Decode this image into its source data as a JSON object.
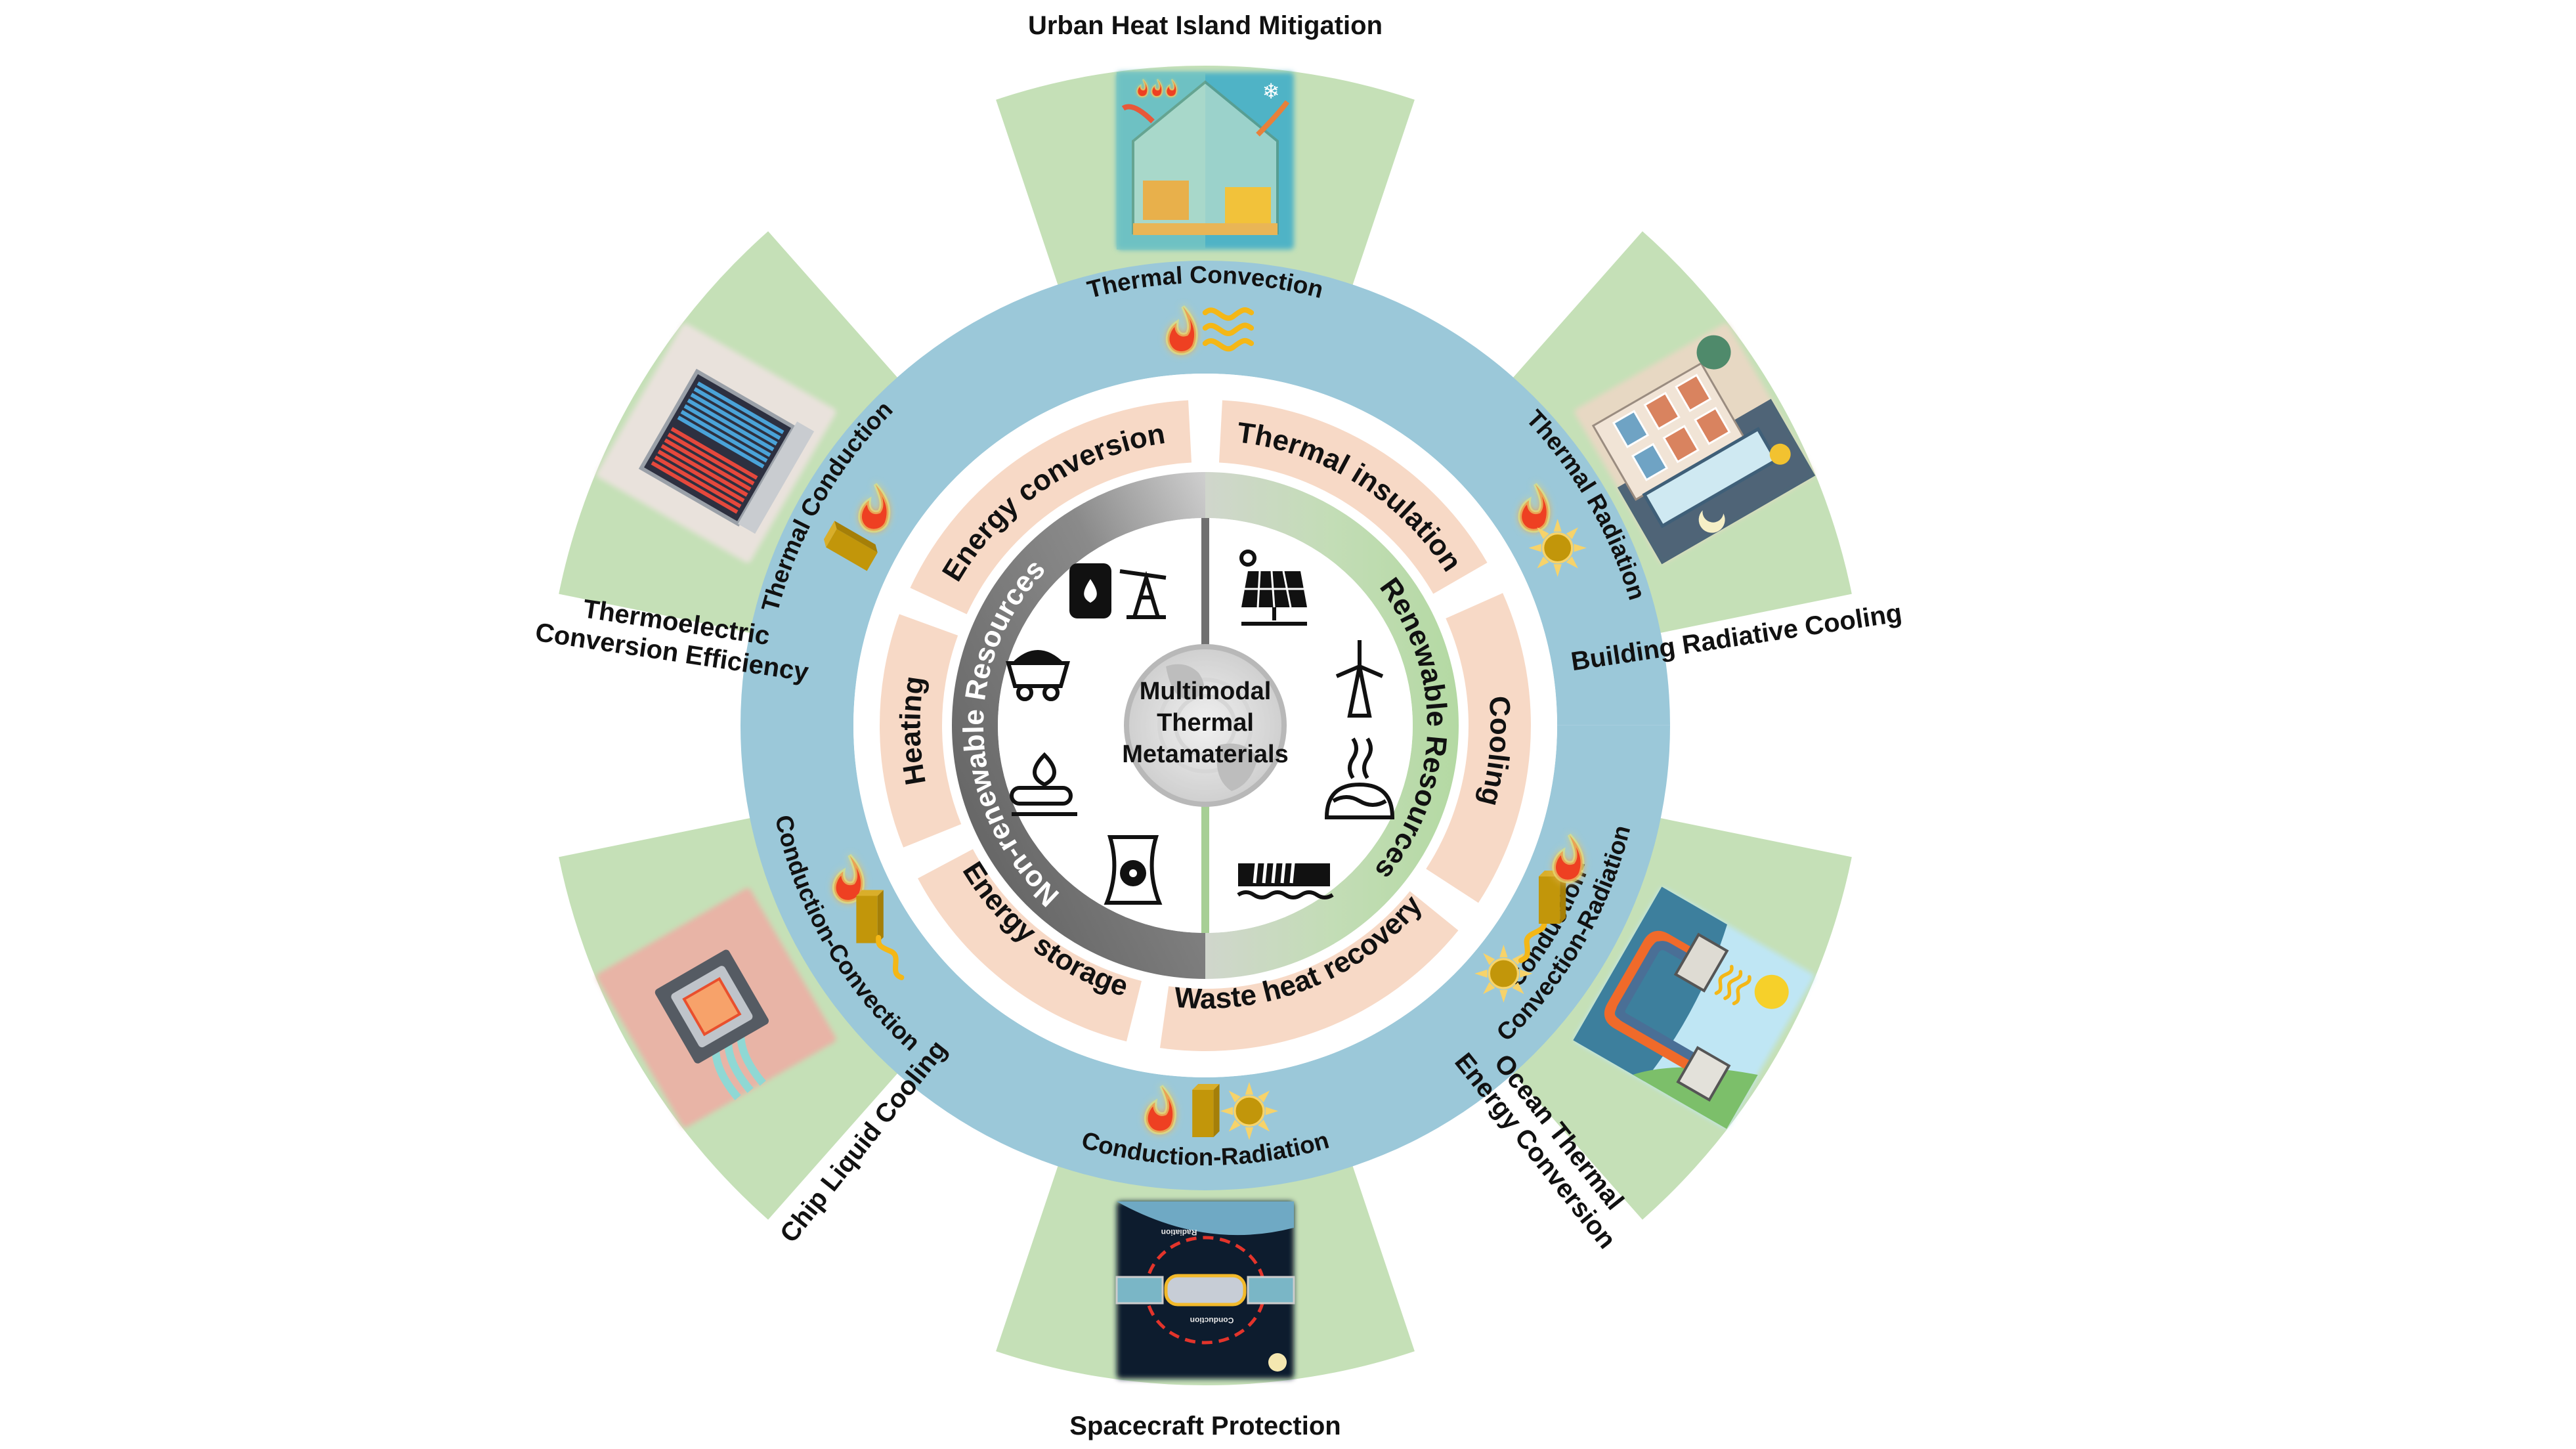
{
  "title": "Multimodal Thermal Metamaterials Overview",
  "colors": {
    "application_sector": "#c5e0b7",
    "mechanism_ring": "#9bc8d9",
    "function_ring": "#f7d9c6",
    "nonrenewable_ring_dark": "#5f5f5f",
    "nonrenewable_ring_light": "#c4c4c4",
    "renewable_ring": "#b9dba9",
    "flame": "#ee4020",
    "flame_glow": "#e6e87a",
    "block": "#c2960a",
    "wave": "#f4b716",
    "sun": "#c2960a",
    "sun_rays": "#f7d36a"
  },
  "center": {
    "lines": [
      "Multimodal",
      "Thermal",
      "Metamaterials"
    ],
    "icon": "globe-icon"
  },
  "resources": {
    "nonrenewable": {
      "label": "Non-renewable Resources",
      "icons": [
        "oil-barrel-icon",
        "oil-pump-icon",
        "coal-cart-icon",
        "natural-gas-icon",
        "nuclear-plant-icon"
      ]
    },
    "renewable": {
      "label": "Renewable Resources",
      "icons": [
        "solar-panel-icon",
        "wind-turbine-icon",
        "geothermal-icon",
        "hydropower-dam-icon"
      ]
    }
  },
  "functions": [
    {
      "label": "Energy conversion"
    },
    {
      "label": "Thermal insulation"
    },
    {
      "label": "Cooling"
    },
    {
      "label": "Waste heat recovery"
    },
    {
      "label": "Energy storage"
    },
    {
      "label": "Heating"
    }
  ],
  "mechanisms": [
    {
      "label": "Thermal Convection",
      "icons": [
        "flame-icon",
        "convection-wave-icon"
      ]
    },
    {
      "label": "Thermal Radiation",
      "icons": [
        "flame-icon",
        "sun-icon"
      ]
    },
    {
      "label": "Conduction-Convection-Radiation",
      "lines": [
        "Conduction-",
        "Convection-Radiation"
      ],
      "icons": [
        "sun-icon",
        "convection-wave-icon",
        "conductor-block-icon",
        "flame-icon"
      ]
    },
    {
      "label": "Conduction-Radiation",
      "icons": [
        "flame-icon",
        "conductor-block-icon",
        "sun-icon"
      ]
    },
    {
      "label": "Conduction-Convection",
      "icons": [
        "flame-icon",
        "conductor-block-icon",
        "convection-wave-icon"
      ]
    },
    {
      "label": "Thermal Conduction",
      "icons": [
        "conductor-block-icon",
        "flame-icon"
      ]
    }
  ],
  "applications": [
    {
      "label": "Urban Heat Island Mitigation",
      "lines": [
        "Urban Heat Island Mitigation"
      ],
      "image": "greenhouse-illustration"
    },
    {
      "label": "Building Radiative Cooling",
      "lines": [
        "Building Radiative Cooling"
      ],
      "image": "building-illustration"
    },
    {
      "label": "Ocean Thermal Energy Conversion",
      "lines": [
        "Ocean Thermal",
        "Energy Conversion"
      ],
      "image": "ocean-plant-illustration"
    },
    {
      "label": "Spacecraft Protection",
      "lines": [
        "Spacecraft Protection"
      ],
      "image": "spacecraft-illustration",
      "image_texts": [
        "Conduction",
        "Radiation"
      ]
    },
    {
      "label": "Chip Liquid Cooling",
      "lines": [
        "Chip Liquid Cooling"
      ],
      "image": "chip-cooling-illustration"
    },
    {
      "label": "Thermoelectric Conversion Efficiency",
      "lines": [
        "Thermoelectric",
        "Conversion Efficiency"
      ],
      "image": "thermoelectric-module-illustration"
    }
  ]
}
